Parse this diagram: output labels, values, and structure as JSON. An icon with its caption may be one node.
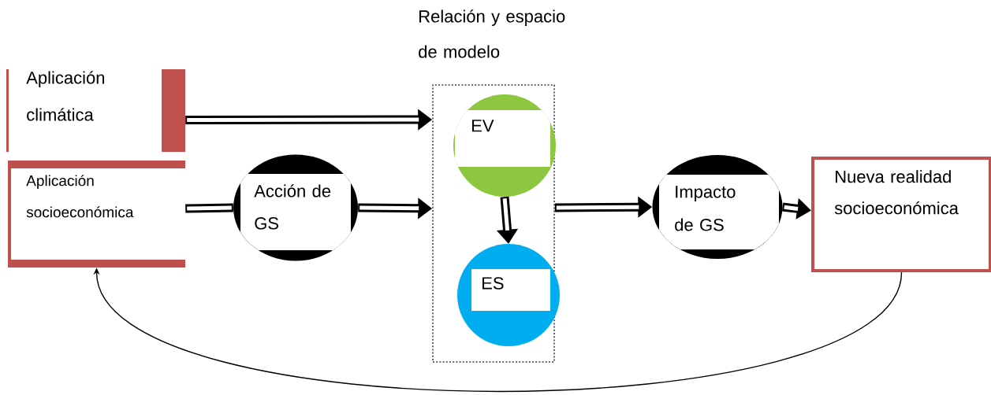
{
  "diagram": {
    "nodes": [
      {
        "text": [
          "Aplicación climática"
        ]
      },
      {
        "text": [
          "Aplicación socioeconómica"
        ]
      },
      {
        "text": [
          "Acción de GS"
        ]
      },
      {
        "text": [
          "Relación y espacio de modelo"
        ]
      },
      {
        "text": [
          "EV"
        ],
        "in": 3
      },
      {
        "text": [
          "ES"
        ],
        "in": 3
      },
      {
        "text": [
          "Impacto de GS"
        ]
      },
      {
        "text": [
          "Nueva realidad socioeconómica"
        ]
      }
    ],
    "edges": [
      {
        "from": 0,
        "to": 3,
        "arrow": "to"
      },
      {
        "from": 1,
        "to": 2,
        "arrow": "none"
      },
      {
        "from": 2,
        "to": 3,
        "arrow": "to"
      },
      {
        "from": 4,
        "to": 5,
        "arrow": "to"
      },
      {
        "from": 3,
        "to": 6,
        "arrow": "to"
      },
      {
        "from": 6,
        "to": 7,
        "arrow": "to"
      },
      {
        "from": 7,
        "to": 1,
        "arrow": "to"
      }
    ]
  }
}
